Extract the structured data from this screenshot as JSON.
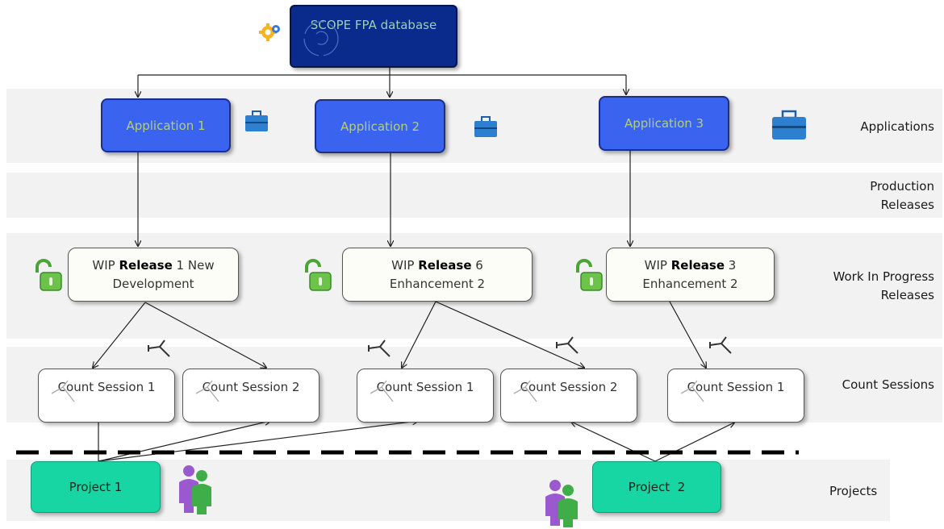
{
  "database": {
    "label": "SCOPE FPA database",
    "icon": "gear-icon"
  },
  "applications": [
    {
      "label": "Application 1",
      "icon": "briefcase-icon"
    },
    {
      "label": "Application 2",
      "icon": "briefcase-icon"
    },
    {
      "label": "Application 3",
      "icon": "briefcase-icon"
    }
  ],
  "wip_releases": [
    {
      "prefix": "WIP",
      "bold": "Release",
      "number": "1",
      "line1_suffix": "New",
      "line2": "Development",
      "icon": "unlocked-padlock-icon"
    },
    {
      "prefix": "WIP",
      "bold": "Release",
      "number": "6",
      "line1_suffix": "",
      "line2": "Enhancement 2",
      "icon": "unlocked-padlock-icon"
    },
    {
      "prefix": "WIP",
      "bold": "Release",
      "number": "3",
      "line1_suffix": "",
      "line2": "Enhancement 2",
      "icon": "unlocked-padlock-icon"
    }
  ],
  "count_sessions": [
    {
      "label": "Count Session 1"
    },
    {
      "label": "Count Session 2"
    },
    {
      "label": "Count Session 1"
    },
    {
      "label": "Count Session 2"
    },
    {
      "label": "Count Session 1"
    }
  ],
  "projects": [
    {
      "label": "Project 1",
      "icon": "people-icon"
    },
    {
      "label": "Project  2",
      "icon": "people-icon"
    }
  ],
  "lanes": {
    "applications": "Applications",
    "production_releases_1": "Production",
    "production_releases_2": "Releases",
    "wip_1": "Work In Progress",
    "wip_2": "Releases",
    "count_sessions": "Count Sessions",
    "projects": "Projects"
  },
  "colors": {
    "database_fill": "#0a2a8c",
    "application_fill": "#3a63f0",
    "project_fill": "#18d6a3",
    "band_fill": "#f2f2f2"
  }
}
